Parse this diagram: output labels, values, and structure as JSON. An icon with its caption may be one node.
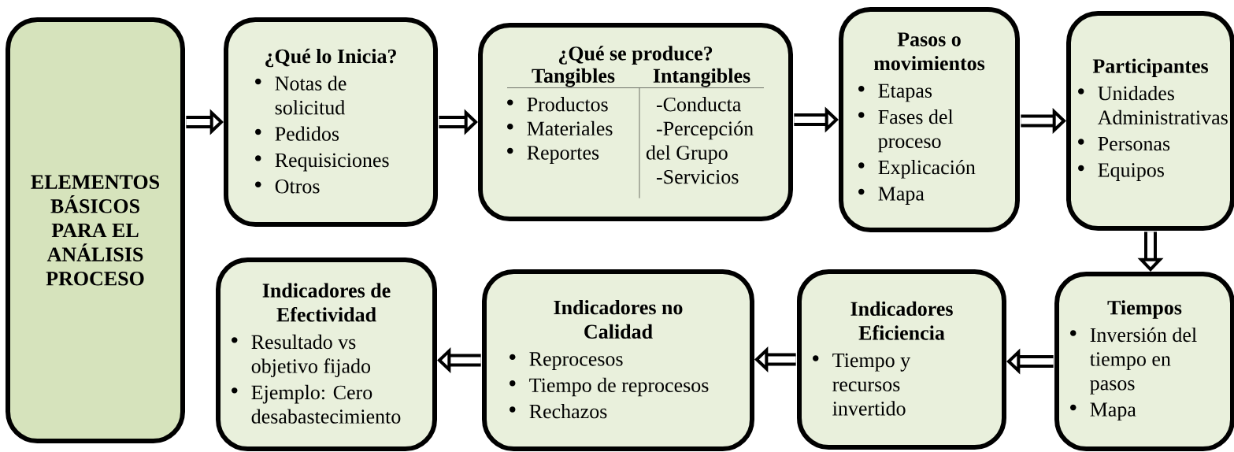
{
  "diagram": {
    "nodes": [
      {
        "text": [
          "ELEMENTOS BÁSICOS PARA EL ANÁLISIS PROCESO"
        ]
      },
      {
        "text": [
          "¿Qué lo Inicia?",
          "Notas de solicitud",
          "Pedidos",
          "Requisiciones",
          "Otros"
        ]
      },
      {
        "text": [
          "¿Qué se produce?",
          "Tangibles",
          "Intangibles",
          "Productos",
          "Materiales",
          "Reportes",
          "-Conducta",
          "-Percepción del Grupo",
          "-Servicios"
        ]
      },
      {
        "text": [
          "Pasos o movimientos",
          "Etapas",
          "Fases del proceso",
          "Explicación",
          "Mapa"
        ]
      },
      {
        "text": [
          "Participantes",
          "Unidades Administrativas",
          "Personas",
          "Equipos"
        ]
      },
      {
        "text": [
          "Tiempos",
          "Inversión del tiempo en pasos",
          "Mapa"
        ]
      },
      {
        "text": [
          "Indicadores Eficiencia",
          "Tiempo y recursos invertido"
        ]
      },
      {
        "text": [
          "Indicadores no Calidad",
          "Reprocesos",
          "Tiempo de reprocesos",
          "Rechazos"
        ]
      },
      {
        "text": [
          "Indicadores de Efectividad",
          "Resultado vs objetivo fijado",
          "Ejemplo: Cero desabastecimiento"
        ]
      }
    ],
    "edges": [
      {
        "from": 0,
        "to": 1,
        "arrow": "to"
      },
      {
        "from": 1,
        "to": 2,
        "arrow": "to"
      },
      {
        "from": 2,
        "to": 3,
        "arrow": "to"
      },
      {
        "from": 3,
        "to": 4,
        "arrow": "to"
      },
      {
        "from": 4,
        "to": 5,
        "arrow": "to"
      },
      {
        "from": 5,
        "to": 6,
        "arrow": "to"
      },
      {
        "from": 6,
        "to": 7,
        "arrow": "to"
      },
      {
        "from": 7,
        "to": 8,
        "arrow": "to"
      }
    ]
  }
}
